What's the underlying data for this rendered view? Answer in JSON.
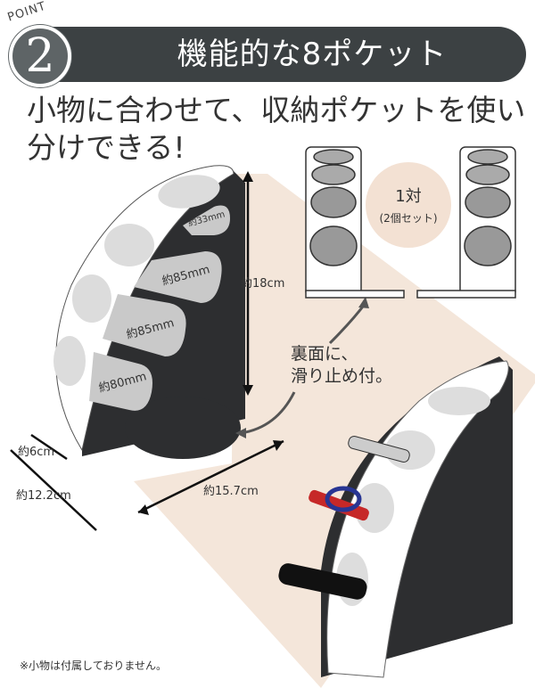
{
  "header": {
    "point_label": "POINT",
    "point_number": "2",
    "title": "機能的な8ポケット"
  },
  "subtitle": "小物に合わせて、収納ポケットを使い分けできる!",
  "dimensions": {
    "pocket_top": "約33mm",
    "pocket_2": "約85mm",
    "pocket_3": "約85mm",
    "pocket_4": "約80mm",
    "height": "約18cm",
    "depth": "約6cm",
    "width": "約12.2cm",
    "length": "約15.7cm"
  },
  "pair_badge": {
    "main": "1対",
    "sub": "(2個セット)"
  },
  "antislip_note": {
    "line1": "裏面に、",
    "line2": "滑り止め付。"
  },
  "footnote": "※小物は付属しておりません。",
  "colors": {
    "header_bg": "#3c4143",
    "shadow_beige": "#f4e6da",
    "product_dark": "#2d2e30",
    "product_white": "#ffffff",
    "pocket_gray": "#c9c9c9"
  }
}
